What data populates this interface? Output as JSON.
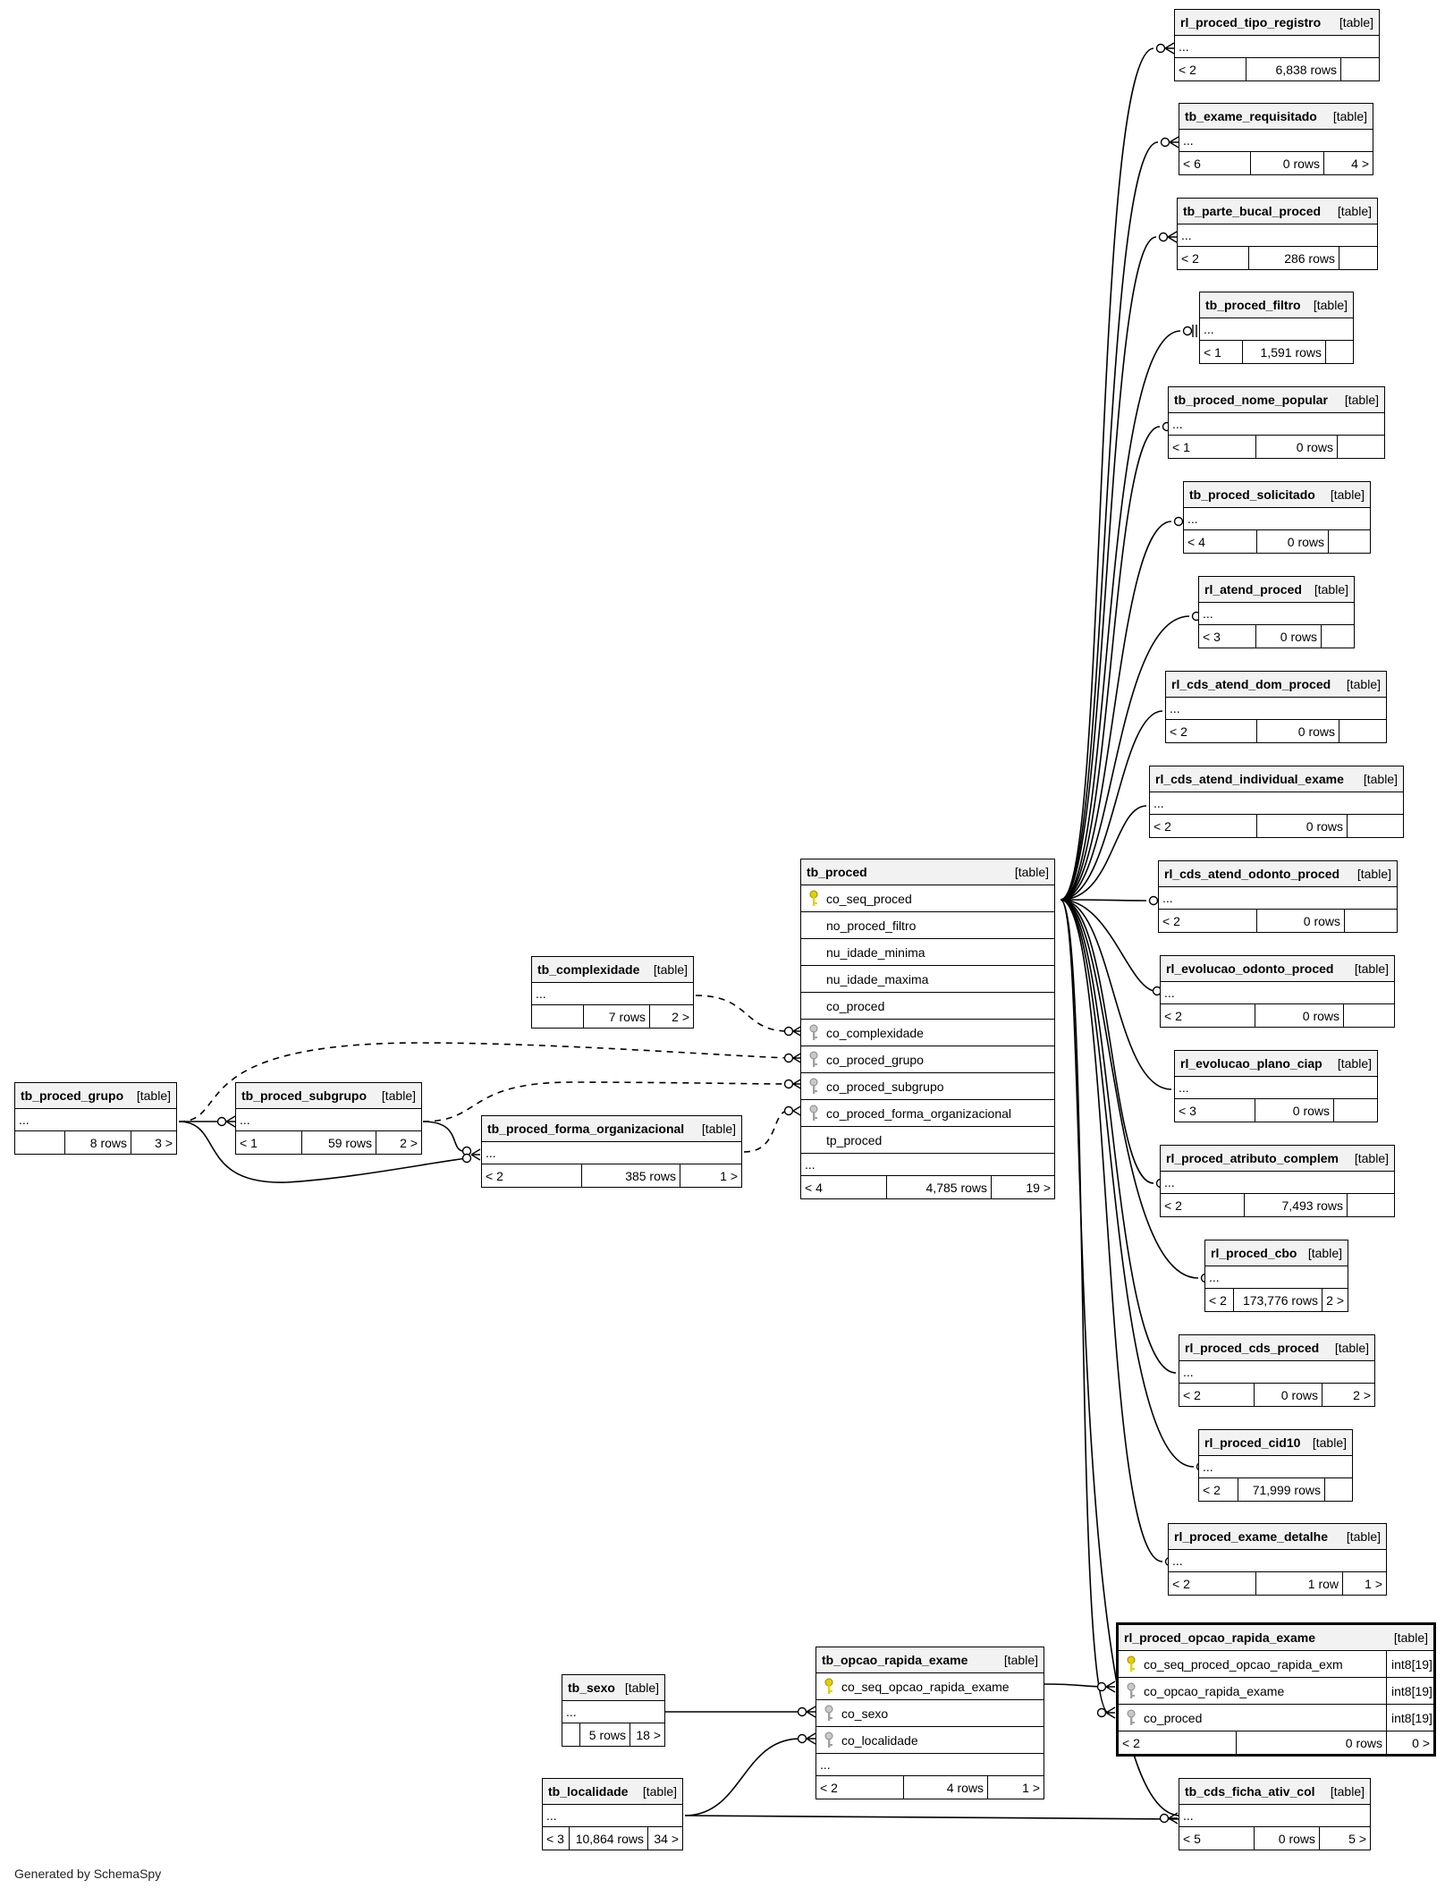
{
  "footer_text": "Generated by SchemaSpy",
  "colors": {
    "line": "#000000",
    "header_bg": "#f2f2f2",
    "pk_key": "#e2d000",
    "fk_key": "#a0a0a0"
  },
  "tables": {
    "rl_proced_tipo_registro": {
      "name": "rl_proced_tipo_registro",
      "type": "[table]",
      "ellipsis": "...",
      "parents": "< 2",
      "rows": "6,838 rows",
      "children": ""
    },
    "tb_exame_requisitado": {
      "name": "tb_exame_requisitado",
      "type": "[table]",
      "ellipsis": "...",
      "parents": "< 6",
      "rows": "0 rows",
      "children": "4 >"
    },
    "tb_parte_bucal_proced": {
      "name": "tb_parte_bucal_proced",
      "type": "[table]",
      "ellipsis": "...",
      "parents": "< 2",
      "rows": "286 rows",
      "children": ""
    },
    "tb_proced_filtro": {
      "name": "tb_proced_filtro",
      "type": "[table]",
      "ellipsis": "...",
      "parents": "< 1",
      "rows": "1,591 rows",
      "children": ""
    },
    "tb_proced_nome_popular": {
      "name": "tb_proced_nome_popular",
      "type": "[table]",
      "ellipsis": "...",
      "parents": "< 1",
      "rows": "0 rows",
      "children": ""
    },
    "tb_proced_solicitado": {
      "name": "tb_proced_solicitado",
      "type": "[table]",
      "ellipsis": "...",
      "parents": "< 4",
      "rows": "0 rows",
      "children": ""
    },
    "rl_atend_proced": {
      "name": "rl_atend_proced",
      "type": "[table]",
      "ellipsis": "...",
      "parents": "< 3",
      "rows": "0 rows",
      "children": ""
    },
    "rl_cds_atend_dom_proced": {
      "name": "rl_cds_atend_dom_proced",
      "type": "[table]",
      "ellipsis": "...",
      "parents": "< 2",
      "rows": "0 rows",
      "children": ""
    },
    "rl_cds_atend_individual_exame": {
      "name": "rl_cds_atend_individual_exame",
      "type": "[table]",
      "ellipsis": "...",
      "parents": "< 2",
      "rows": "0 rows",
      "children": ""
    },
    "rl_cds_atend_odonto_proced": {
      "name": "rl_cds_atend_odonto_proced",
      "type": "[table]",
      "ellipsis": "...",
      "parents": "< 2",
      "rows": "0 rows",
      "children": ""
    },
    "rl_evolucao_odonto_proced": {
      "name": "rl_evolucao_odonto_proced",
      "type": "[table]",
      "ellipsis": "...",
      "parents": "< 2",
      "rows": "0 rows",
      "children": ""
    },
    "rl_evolucao_plano_ciap": {
      "name": "rl_evolucao_plano_ciap",
      "type": "[table]",
      "ellipsis": "...",
      "parents": "< 3",
      "rows": "0 rows",
      "children": ""
    },
    "rl_proced_atributo_complem": {
      "name": "rl_proced_atributo_complem",
      "type": "[table]",
      "ellipsis": "...",
      "parents": "< 2",
      "rows": "7,493 rows",
      "children": ""
    },
    "rl_proced_cbo": {
      "name": "rl_proced_cbo",
      "type": "[table]",
      "ellipsis": "...",
      "parents": "< 2",
      "rows": "173,776 rows",
      "children": "2 >"
    },
    "rl_proced_cds_proced": {
      "name": "rl_proced_cds_proced",
      "type": "[table]",
      "ellipsis": "...",
      "parents": "< 2",
      "rows": "0 rows",
      "children": "2 >"
    },
    "rl_proced_cid10": {
      "name": "rl_proced_cid10",
      "type": "[table]",
      "ellipsis": "...",
      "parents": "< 2",
      "rows": "71,999 rows",
      "children": ""
    },
    "rl_proced_exame_detalhe": {
      "name": "rl_proced_exame_detalhe",
      "type": "[table]",
      "ellipsis": "...",
      "parents": "< 2",
      "rows": "1 row",
      "children": "1 >"
    },
    "tb_cds_ficha_ativ_col": {
      "name": "tb_cds_ficha_ativ_col",
      "type": "[table]",
      "ellipsis": "...",
      "parents": "< 5",
      "rows": "0 rows",
      "children": "5 >"
    },
    "tb_complexidade": {
      "name": "tb_complexidade",
      "type": "[table]",
      "ellipsis": "...",
      "parents": "",
      "rows": "7 rows",
      "children": "2 >"
    },
    "tb_proced_grupo": {
      "name": "tb_proced_grupo",
      "type": "[table]",
      "ellipsis": "...",
      "parents": "",
      "rows": "8 rows",
      "children": "3 >"
    },
    "tb_proced_subgrupo": {
      "name": "tb_proced_subgrupo",
      "type": "[table]",
      "ellipsis": "...",
      "parents": "< 1",
      "rows": "59 rows",
      "children": "2 >"
    },
    "tb_proced_forma_organizacional": {
      "name": "tb_proced_forma_organizacional",
      "type": "[table]",
      "ellipsis": "...",
      "parents": "< 2",
      "rows": "385 rows",
      "children": "1 >"
    },
    "tb_sexo": {
      "name": "tb_sexo",
      "type": "[table]",
      "ellipsis": "...",
      "parents": "",
      "rows": "5 rows",
      "children": "18 >"
    },
    "tb_localidade": {
      "name": "tb_localidade",
      "type": "[table]",
      "ellipsis": "...",
      "parents": "< 3",
      "rows": "10,864 rows",
      "children": "34 >"
    },
    "tb_proced": {
      "name": "tb_proced",
      "type": "[table]",
      "columns": [
        "co_seq_proced",
        "no_proced_filtro",
        "nu_idade_minima",
        "nu_idade_maxima",
        "co_proced",
        "co_complexidade",
        "co_proced_grupo",
        "co_proced_subgrupo",
        "co_proced_forma_organizacional",
        "tp_proced"
      ],
      "ellipsis": "...",
      "parents": "< 4",
      "rows": "4,785 rows",
      "children": "19 >"
    },
    "tb_opcao_rapida_exame": {
      "name": "tb_opcao_rapida_exame",
      "type": "[table]",
      "columns": [
        "co_seq_opcao_rapida_exame",
        "co_sexo",
        "co_localidade"
      ],
      "ellipsis": "...",
      "parents": "< 2",
      "rows": "4 rows",
      "children": "1 >"
    },
    "rl_proced_opcao_rapida_exame": {
      "name": "rl_proced_opcao_rapida_exame",
      "type": "[table]",
      "columns": [
        "co_seq_proced_opcao_rapida_exm",
        "co_opcao_rapida_exame",
        "co_proced"
      ],
      "column_types": [
        "int8[19]",
        "int8[19]",
        "int8[19]"
      ],
      "parents": "< 2",
      "rows": "0 rows",
      "children": "0 >"
    }
  }
}
